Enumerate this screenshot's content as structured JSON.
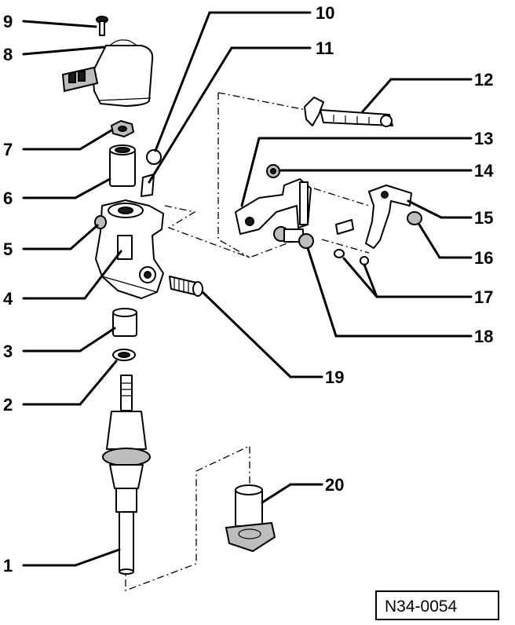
{
  "callouts": [
    {
      "id": "1",
      "label": "1"
    },
    {
      "id": "2",
      "label": "2"
    },
    {
      "id": "3",
      "label": "3"
    },
    {
      "id": "4",
      "label": "4"
    },
    {
      "id": "5",
      "label": "5"
    },
    {
      "id": "6",
      "label": "6"
    },
    {
      "id": "7",
      "label": "7"
    },
    {
      "id": "8",
      "label": "8"
    },
    {
      "id": "9",
      "label": "9"
    },
    {
      "id": "10",
      "label": "10"
    },
    {
      "id": "11",
      "label": "11"
    },
    {
      "id": "12",
      "label": "12"
    },
    {
      "id": "13",
      "label": "13"
    },
    {
      "id": "14",
      "label": "14"
    },
    {
      "id": "15",
      "label": "15"
    },
    {
      "id": "16",
      "label": "16"
    },
    {
      "id": "17",
      "label": "17"
    },
    {
      "id": "18",
      "label": "18"
    },
    {
      "id": "19",
      "label": "19"
    },
    {
      "id": "20",
      "label": "20"
    }
  ],
  "reference_code": "N34-0054"
}
